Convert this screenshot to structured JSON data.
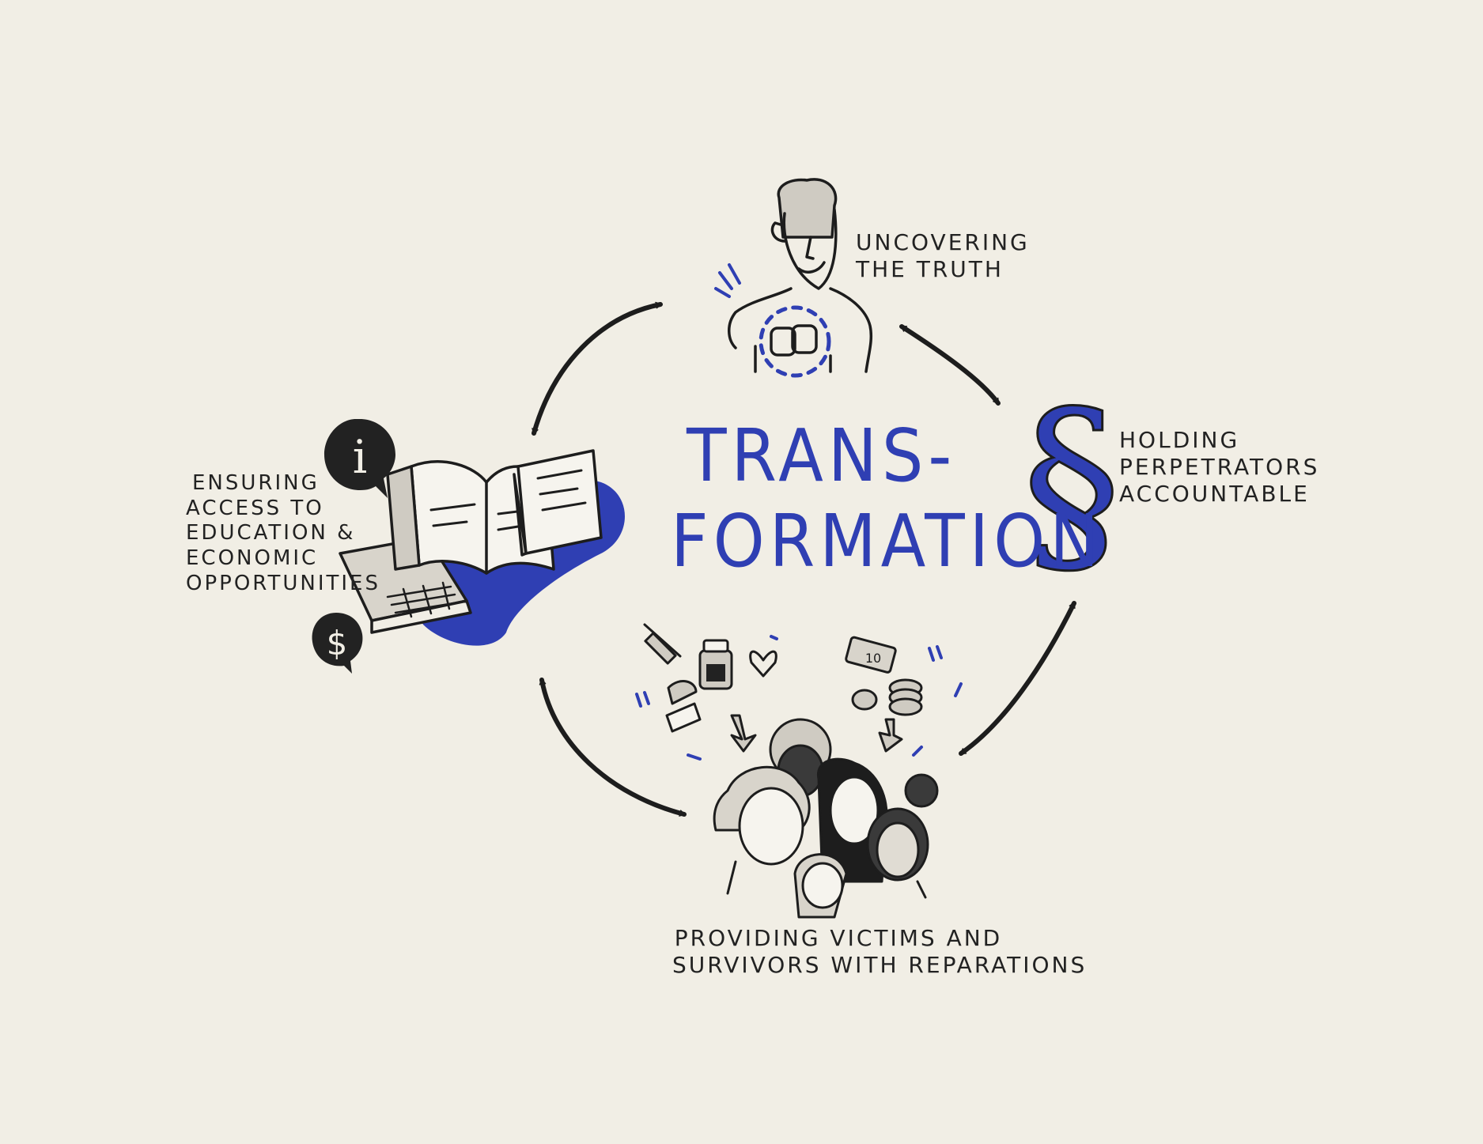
{
  "center": {
    "line1": "TRANS-",
    "line2": "FORMATION"
  },
  "nodes": {
    "truth": {
      "line1": "UNCOVERING",
      "line2": "THE TRUTH",
      "icon": "person-speaking-icon"
    },
    "accountable": {
      "line1": "HOLDING",
      "line2": "PERPETRATORS",
      "line3": "ACCOUNTABLE",
      "icon": "section-sign-icon",
      "glyph": "§"
    },
    "reparations": {
      "line1": "PROVIDING VICTIMS AND",
      "line2": "SURVIVORS WITH REPARATIONS",
      "icon": "people-group-icon"
    },
    "education": {
      "line1": "ENSURING",
      "line2": "ACCESS TO",
      "line3": "EDUCATION &",
      "line4": "ECONOMIC",
      "line5": "OPPORTUNITIES",
      "icon": "books-laptop-icon"
    }
  },
  "bubbles": {
    "info_glyph": "i",
    "dollar_glyph": "$",
    "money_note": "10"
  },
  "colors": {
    "background": "#f1eee5",
    "accent_blue": "#2f3fb3",
    "ink": "#1d1d1d"
  }
}
